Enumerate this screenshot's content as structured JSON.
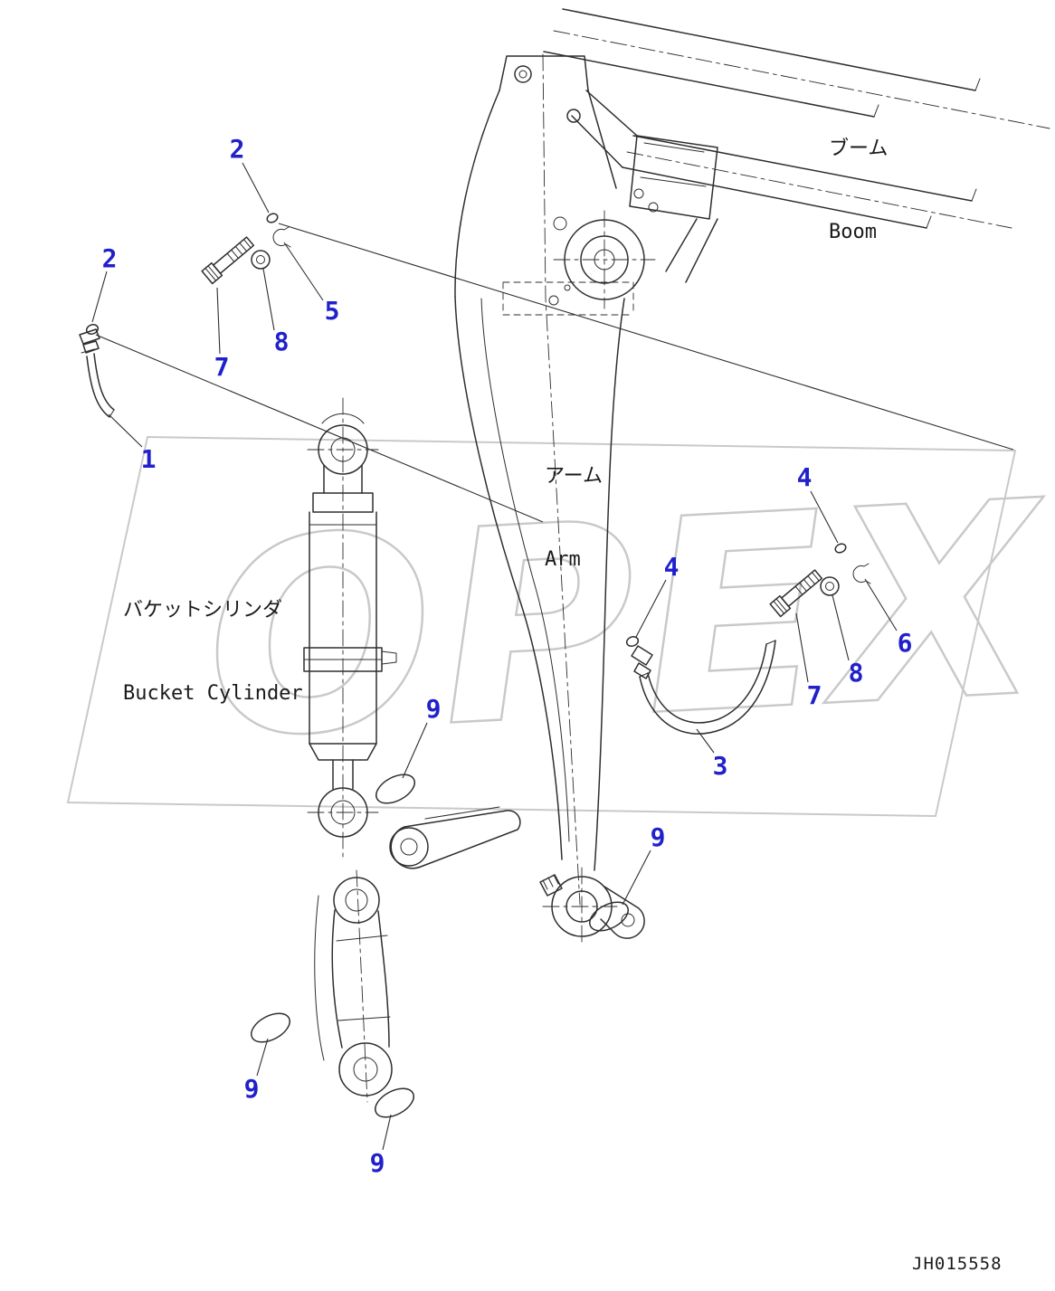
{
  "page": {
    "drawing_number": "JH015558",
    "watermark": "OPEX"
  },
  "labels": {
    "boom": {
      "jp": "ブーム",
      "en": "Boom"
    },
    "arm": {
      "jp": "アーム",
      "en": "Arm"
    },
    "bucket_cylinder": {
      "jp": "バケットシリンダ",
      "en": "Bucket Cylinder"
    }
  },
  "callouts": [
    {
      "n": "2"
    },
    {
      "n": "2"
    },
    {
      "n": "5"
    },
    {
      "n": "8"
    },
    {
      "n": "7"
    },
    {
      "n": "1"
    },
    {
      "n": "4"
    },
    {
      "n": "4"
    },
    {
      "n": "6"
    },
    {
      "n": "8"
    },
    {
      "n": "7"
    },
    {
      "n": "3"
    },
    {
      "n": "9"
    },
    {
      "n": "9"
    },
    {
      "n": "9"
    },
    {
      "n": "9"
    }
  ],
  "colors": {
    "callout_color": "#2121cc",
    "line_color": "#2e2e2e",
    "wm_color": "#c9c9c9"
  }
}
